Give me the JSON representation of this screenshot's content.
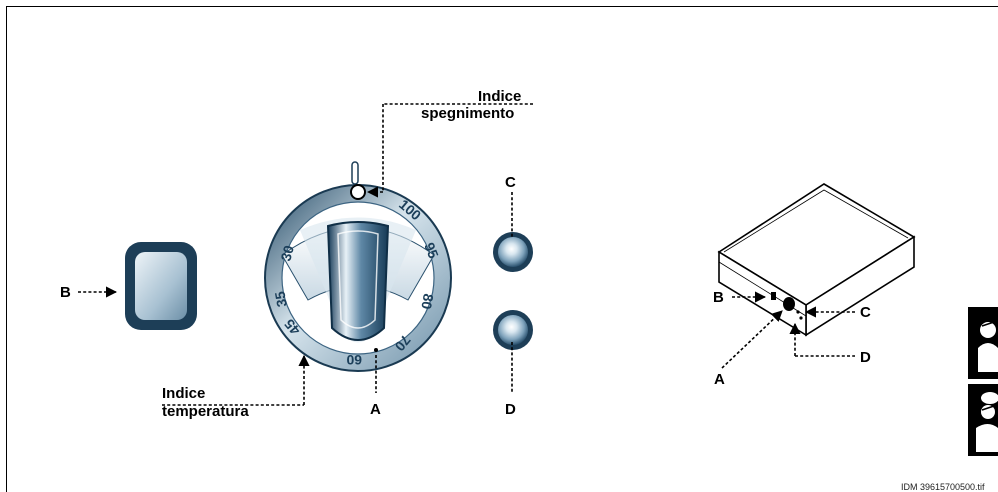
{
  "labels": {
    "indice_spegnimento_1": "Indice",
    "indice_spegnimento_2": "spegnimento",
    "indice_temperatura_1": "Indice",
    "indice_temperatura_2": "temperatura",
    "a": "A",
    "b": "B",
    "c": "C",
    "d": "D"
  },
  "knob_scale": [
    "30",
    "35",
    "45",
    "60",
    "70",
    "80",
    "95",
    "100"
  ],
  "file_id": "IDM 39615700500.tif"
}
